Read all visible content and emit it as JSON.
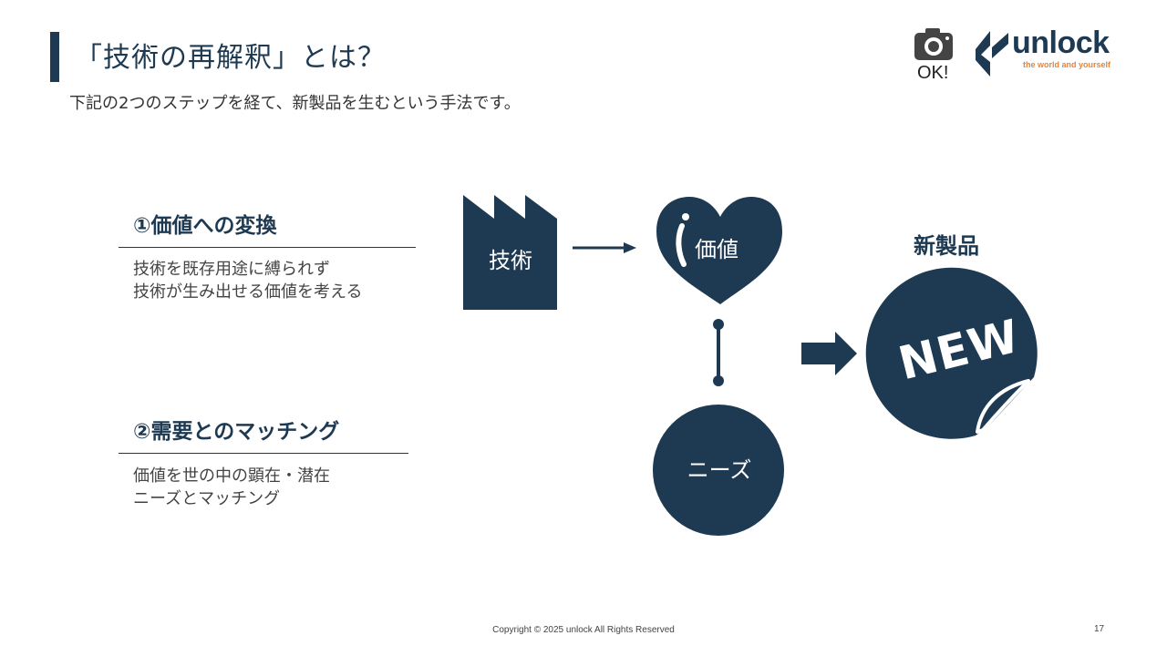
{
  "header": {
    "title": "「技術の再解釈」とは？",
    "subtitle": "下記の2つのステップを経て、新製品を生むという手法です。"
  },
  "badge": {
    "ok_label": "OK!"
  },
  "logo": {
    "name": "unlock",
    "tagline": "the world and yourself"
  },
  "steps": [
    {
      "heading": "①価値への変換",
      "lines": [
        "技術を既存用途に縛られず",
        "技術が生み出せる価値を考える"
      ]
    },
    {
      "heading": "②需要とのマッチング",
      "lines": [
        "価値を世の中の顕在・潜在",
        "ニーズとマッチング"
      ]
    }
  ],
  "diagram": {
    "technology_label": "技術",
    "value_label": "価値",
    "needs_label": "ニーズ",
    "new_product_label": "新製品",
    "new_badge_text": "NEW"
  },
  "footer": {
    "copyright": "Copyright © 2025 unlock All Rights Reserved",
    "page_number": "17"
  },
  "colors": {
    "primary": "#1e3a52",
    "accent": "#e8833a"
  },
  "icons": [
    "camera-icon",
    "factory-icon",
    "heart-icon",
    "arrow-right-icon",
    "new-sticker-icon"
  ]
}
